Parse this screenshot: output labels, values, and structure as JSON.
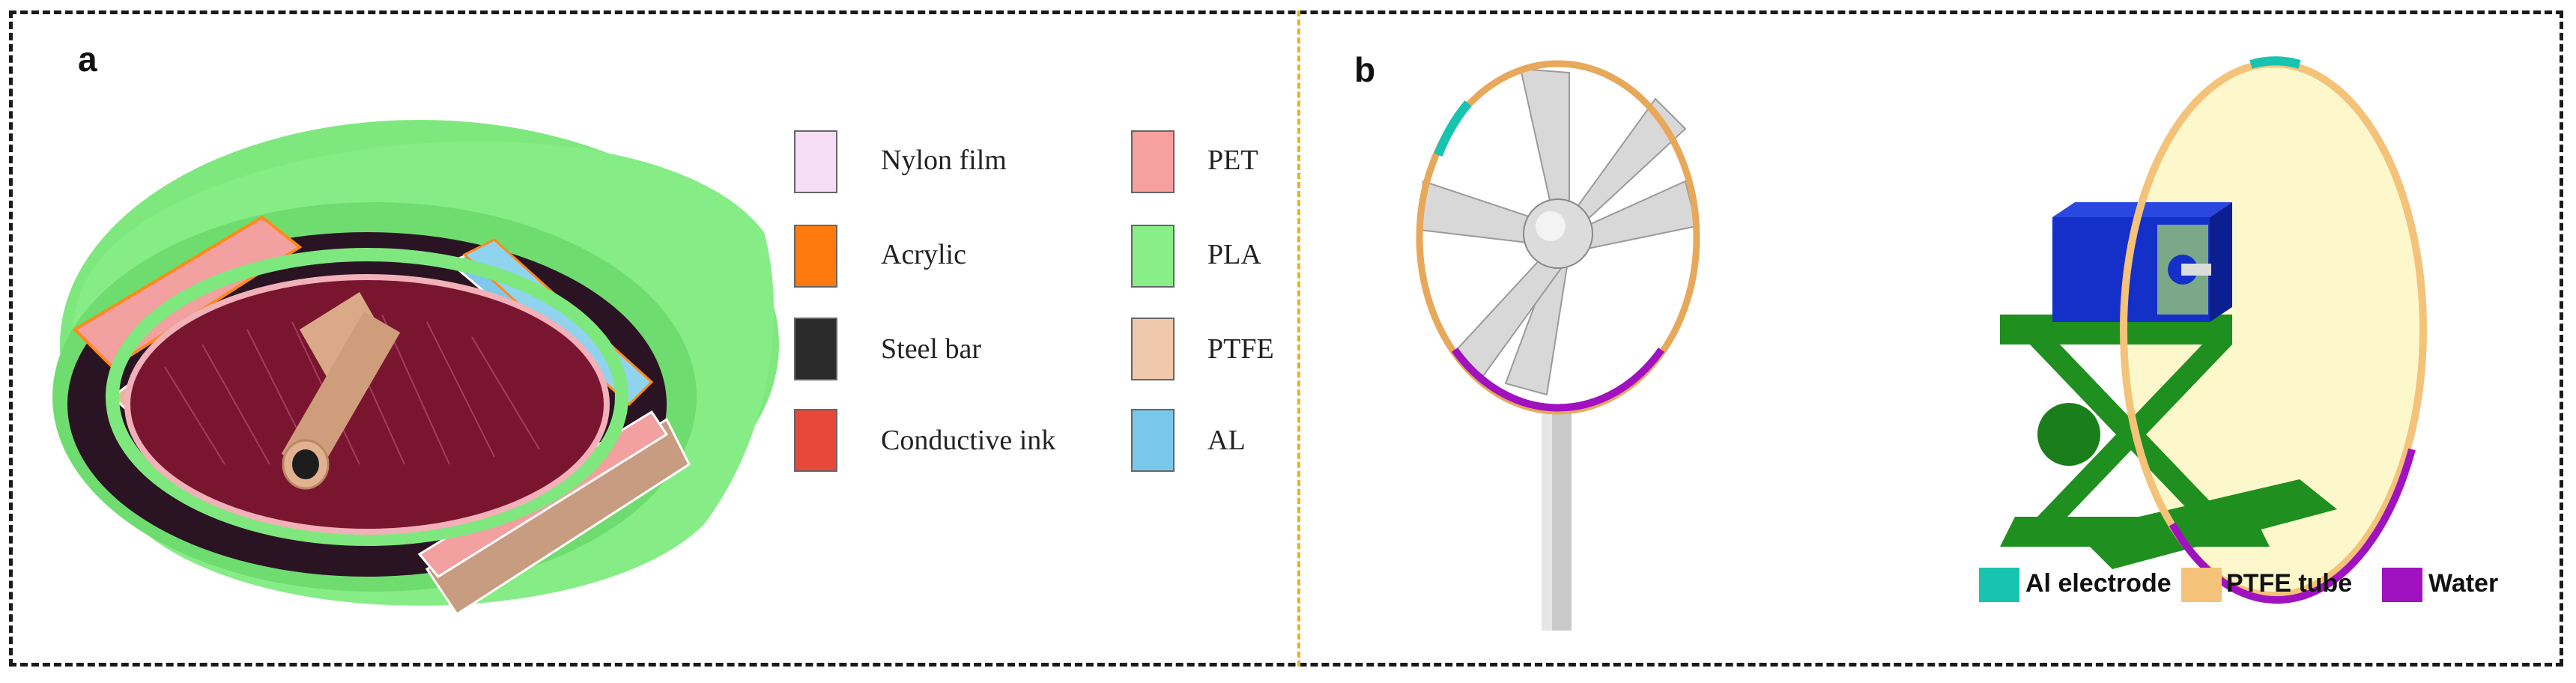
{
  "panels": {
    "a": {
      "label": "a"
    },
    "b": {
      "label": "b"
    }
  },
  "legend_a": [
    {
      "label": "Nylon film",
      "color": "#f5ddf5"
    },
    {
      "label": "Acrylic",
      "color": "#ff7a0e"
    },
    {
      "label": "Steel bar",
      "color": "#2b2b2b"
    },
    {
      "label": "Conductive ink",
      "color": "#e8483a"
    },
    {
      "label": "PET",
      "color": "#f7a0a0"
    },
    {
      "label": "PLA",
      "color": "#88ee88"
    },
    {
      "label": "PTFE",
      "color": "#f0c9ad"
    },
    {
      "label": "AL",
      "color": "#78c8ec"
    }
  ],
  "legend_b": [
    {
      "label": "Al electrode",
      "color": "#17c4b0"
    },
    {
      "label": "PTFE tube",
      "color": "#f5c27a"
    },
    {
      "label": "Water",
      "color": "#a011c0"
    }
  ]
}
